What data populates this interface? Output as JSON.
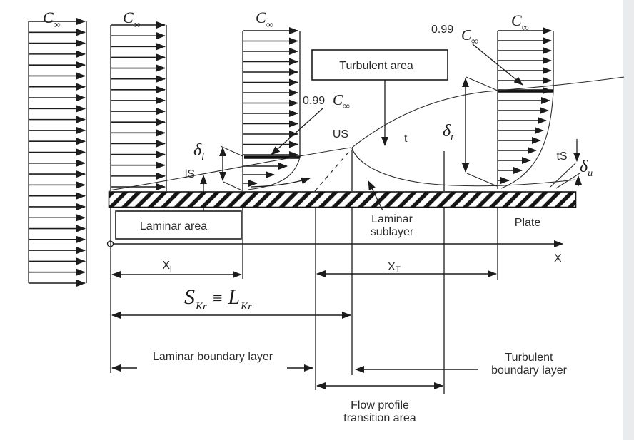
{
  "page": {
    "background_color": "#ffffff",
    "right_strip_color": "#e9ebed",
    "line_color": "#1c1c1c",
    "text_color": "#2b2b2b"
  },
  "labels": {
    "c_infinity": {
      "symbol": "C",
      "subscript": "∞"
    },
    "fraction_099": "0.99",
    "turbulent_area_box": "Turbulent area",
    "laminar_area_box": "Laminar area",
    "us_point": "US",
    "t_point": "t",
    "ls_point": "lS",
    "ts_point": "tS",
    "delta_laminar": {
      "symbol": "δ",
      "subscript": "l"
    },
    "delta_turbulent": {
      "symbol": "δ",
      "subscript": "t"
    },
    "delta_sublayer": {
      "symbol": "δ",
      "subscript": "u"
    },
    "laminar_sublayer": {
      "line1": "Laminar",
      "line2": "sublayer"
    },
    "plate": "Plate",
    "x_axis": "X",
    "x_laminar": {
      "symbol": "X",
      "subscript": "l"
    },
    "x_turbulent": {
      "symbol": "X",
      "subscript": "T"
    },
    "s_kr": {
      "s": "S",
      "s_sub": "Kr",
      "equiv": "≡",
      "l": "L",
      "l_sub": "Kr"
    },
    "laminar_boundary_layer": "Laminar boundary layer",
    "turbulent_boundary_layer": {
      "line1": "Turbulent",
      "line2": "boundary layer"
    },
    "flow_profile_transition": {
      "line1": "Flow profile",
      "line2": "transition area"
    }
  }
}
